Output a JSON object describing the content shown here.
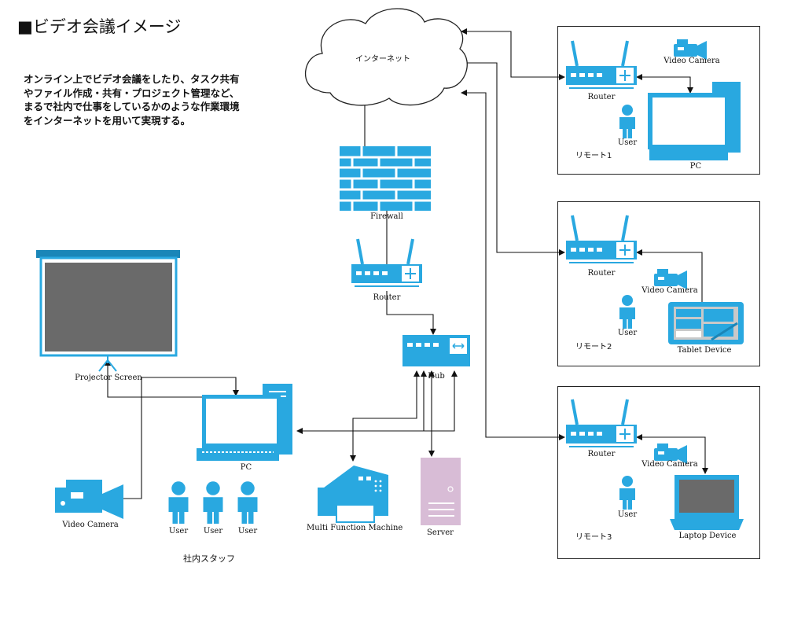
{
  "title": "■ビデオ会議イメージ",
  "description": "オンライン上でビデオ会議をしたり、タスク共有\nやファイル作成・共有・プロジェクト管理など、\nまるで社内で仕事をしているかのような作業環境\nをインターネットを用いて実現する。",
  "colors": {
    "accent": "#29a8e0",
    "accent_dark": "#1a86b8",
    "screen_gray": "#6a6a6a",
    "server": "#d8bcd6"
  },
  "internet": {
    "label": "インターネット"
  },
  "core": {
    "firewall": "Firewall",
    "router": "Router",
    "hub": "Hub",
    "server": "Server",
    "mfp": "Multi Function Machine"
  },
  "office": {
    "projector": "Projector Screen",
    "pc": "PC",
    "camera": "Video Camera",
    "users": [
      "User",
      "User",
      "User"
    ],
    "staff_label": "社内スタッフ"
  },
  "remotes": [
    {
      "name": "リモート1",
      "router": "Router",
      "camera": "Video Camera",
      "user": "User",
      "device": "PC"
    },
    {
      "name": "リモート2",
      "router": "Router",
      "camera": "Video Camera",
      "user": "User",
      "device": "Tablet Device"
    },
    {
      "name": "リモート3",
      "router": "Router",
      "camera": "Video Camera",
      "user": "User",
      "device": "Laptop Device"
    }
  ]
}
